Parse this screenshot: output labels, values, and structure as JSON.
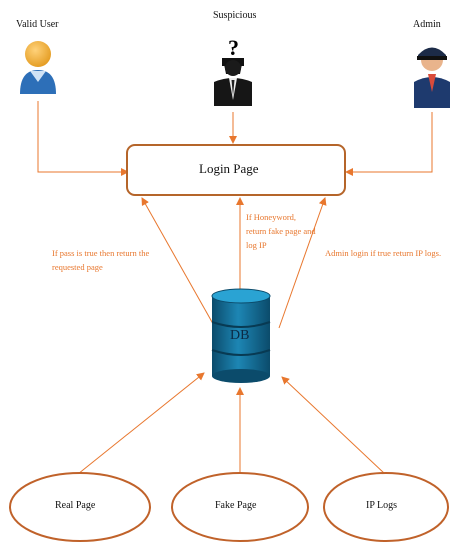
{
  "actors": {
    "valid_user": "Valid User",
    "suspicious": "Suspicious",
    "admin": "Admin"
  },
  "login_box": "Login Page",
  "database": "DB",
  "notes": {
    "left": "If pass is true then return the requested page",
    "middle": "If Honeyword, return fake page and log IP",
    "right": "Admin login if true return IP logs."
  },
  "pages": {
    "real": "Real Page",
    "fake": "Fake Page",
    "ip_logs": "IP Logs"
  },
  "colors": {
    "line": "#e8772e",
    "box_border": "#b5652a",
    "ellipse_border": "#c0622a",
    "db_top": "#1b86b3",
    "db_body": "#0f5e84"
  }
}
